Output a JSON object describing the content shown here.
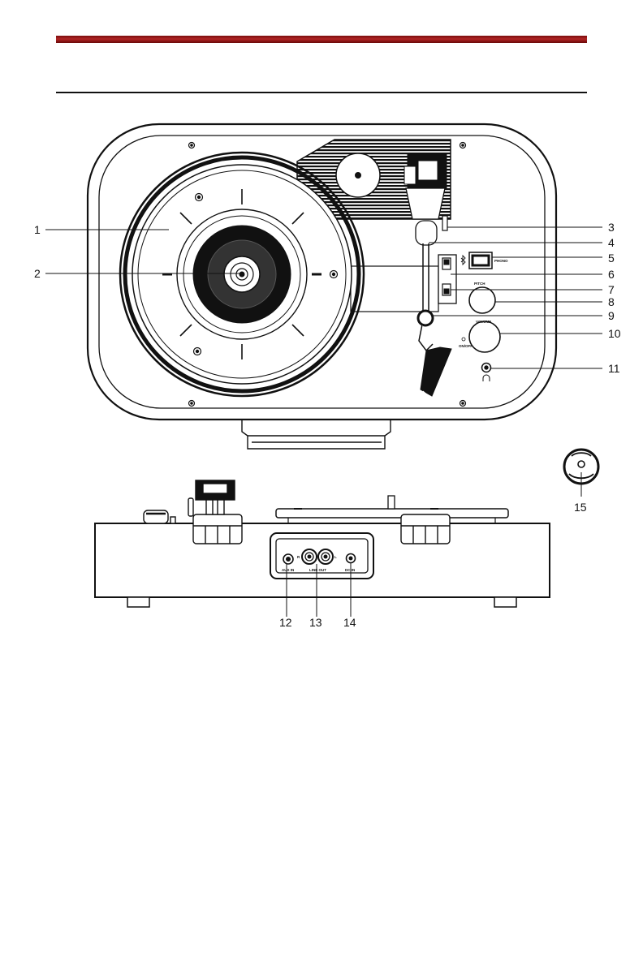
{
  "callouts": [
    "1",
    "2",
    "3",
    "4",
    "5",
    "6",
    "7",
    "8",
    "9",
    "10",
    "11",
    "12",
    "13",
    "14",
    "15"
  ],
  "panel_labels": {
    "phono": "PHONO",
    "pitch": "PITCH",
    "volume": "VOLUME",
    "onoff": "ON/OFF",
    "aux_in": "AUX IN",
    "line_out": "LINE OUT",
    "dc_in": "DC IN",
    "r": "R",
    "l": "L"
  },
  "colors": {
    "header_rule": "#9a1a1a",
    "line": "#111111"
  },
  "icons": [
    "bluetooth-icon",
    "headphone-icon"
  ]
}
